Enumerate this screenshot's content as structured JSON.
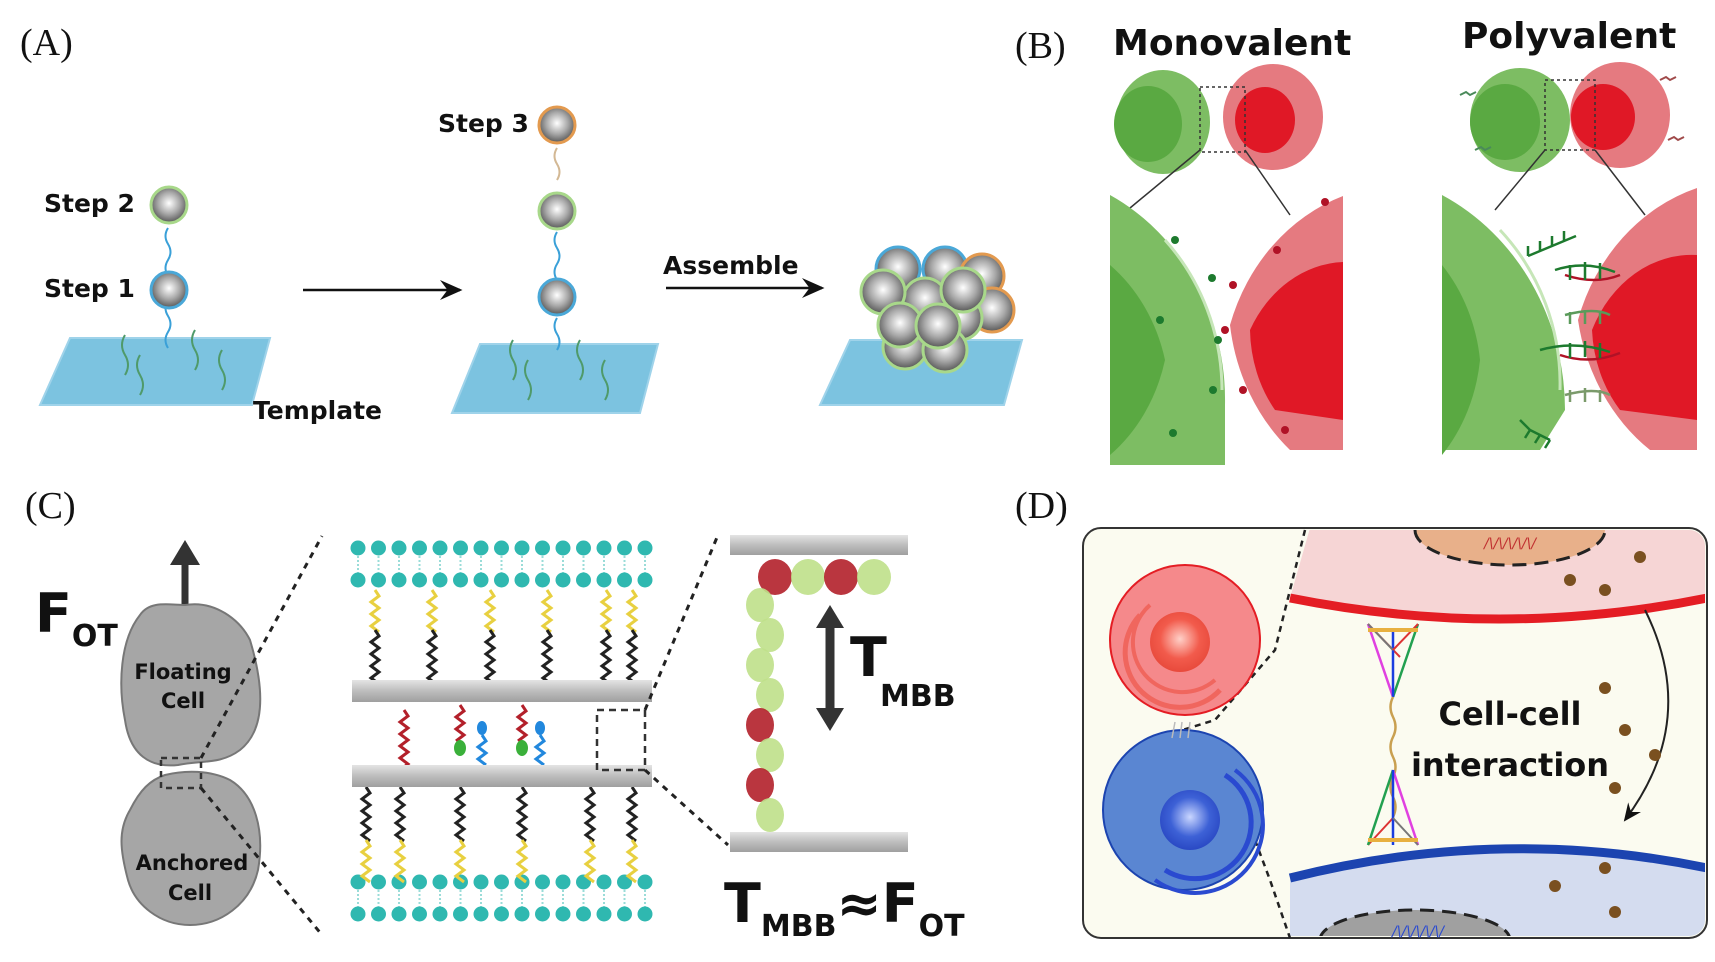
{
  "figure": {
    "panels": [
      {
        "id": "A",
        "label": "(A)",
        "texts": {
          "step1": "Step 1",
          "step2": "Step 2",
          "step3": "Step 3",
          "template": "Template",
          "assemble": "Assemble"
        },
        "colors": {
          "template": "#7cc3e0",
          "step1_ring": "#4aa8d8",
          "step2_ring": "#a8d88a",
          "step3_ring": "#e39a4f",
          "particle": "#8a8a8a"
        }
      },
      {
        "id": "B",
        "label": "(B)",
        "texts": {
          "monovalent": "Monovalent",
          "polyvalent": "Polyvalent"
        },
        "colors": {
          "green_cell": "#7dbd63",
          "green_nucleus": "#5aa942",
          "red_cell": "#e57a80",
          "red_nucleus": "#e01826"
        }
      },
      {
        "id": "C",
        "label": "(C)",
        "texts": {
          "force_main": "F",
          "force_sub": "OT",
          "floating_cell_line1": "Floating",
          "floating_cell_line2": "Cell",
          "anchored_cell_line1": "Anchored",
          "anchored_cell_line2": "Cell",
          "tension_main": "T",
          "tension_sub": "MBB",
          "equation_t": "T",
          "equation_t_sub": "MBB",
          "equation_approx": "≈",
          "equation_f": "F",
          "equation_f_sub": "OT"
        },
        "colors": {
          "cell_fill": "#a6a6a6",
          "lipid_head": "#2fb8b0",
          "membrane_bar": "#c4c4c4",
          "dna_red": "#b3202a",
          "dna_green": "#bfe08a"
        }
      },
      {
        "id": "D",
        "label": "(D)",
        "texts": {
          "caption_line1": "Cell-cell",
          "caption_line2": "interaction"
        },
        "colors": {
          "box_bg": "#fbfbf0",
          "red_cell": "#f5898b",
          "red_membrane": "#e41d24",
          "red_cytoplasm": "#f6d5d5",
          "blue_cell": "#5a86d2",
          "blue_membrane": "#1c44b0",
          "blue_cytoplasm": "#d4dcef",
          "dot": "#7a5020"
        }
      }
    ]
  }
}
